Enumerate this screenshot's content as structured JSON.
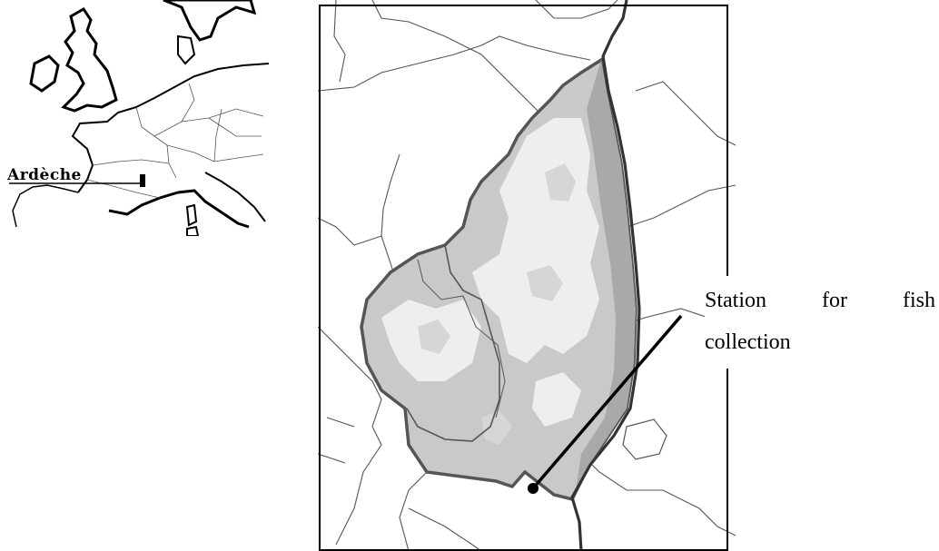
{
  "inset": {
    "label": "Ardèche"
  },
  "main_map": {
    "station_label": {
      "word1": "Station",
      "word2": "for",
      "word3": "fish",
      "line2": "collection"
    }
  },
  "colors": {
    "region_light": "#eeeeee",
    "region_mid": "#cfcfcf",
    "region_dark": "#a8a8a8",
    "outline": "#555555",
    "river": "#333333"
  }
}
